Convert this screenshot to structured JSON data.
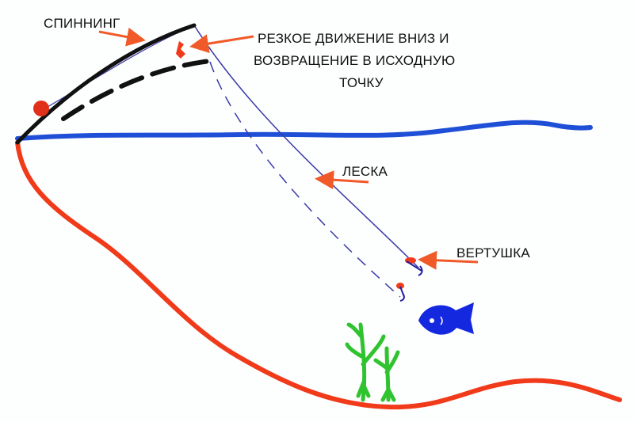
{
  "labels": {
    "spinning": "СПИННИНГ",
    "motion_line1": "РЕЗКОЕ ДВИЖЕНИЕ ВНИЗ И",
    "motion_line2": "ВОЗВРАЩЕНИЕ В ИСХОДНУЮ",
    "motion_line3": "ТОЧКУ",
    "line": "ЛЕСКА",
    "lure": "ВЕРТУШКА"
  },
  "colors": {
    "water": "#1f4fd6",
    "bottom": "#f03a1a",
    "arrow": "#f05a28",
    "rod": "#111111",
    "fishing_line": "#3a3aa8",
    "fish": "#1428e0",
    "weed": "#2fc42f"
  }
}
